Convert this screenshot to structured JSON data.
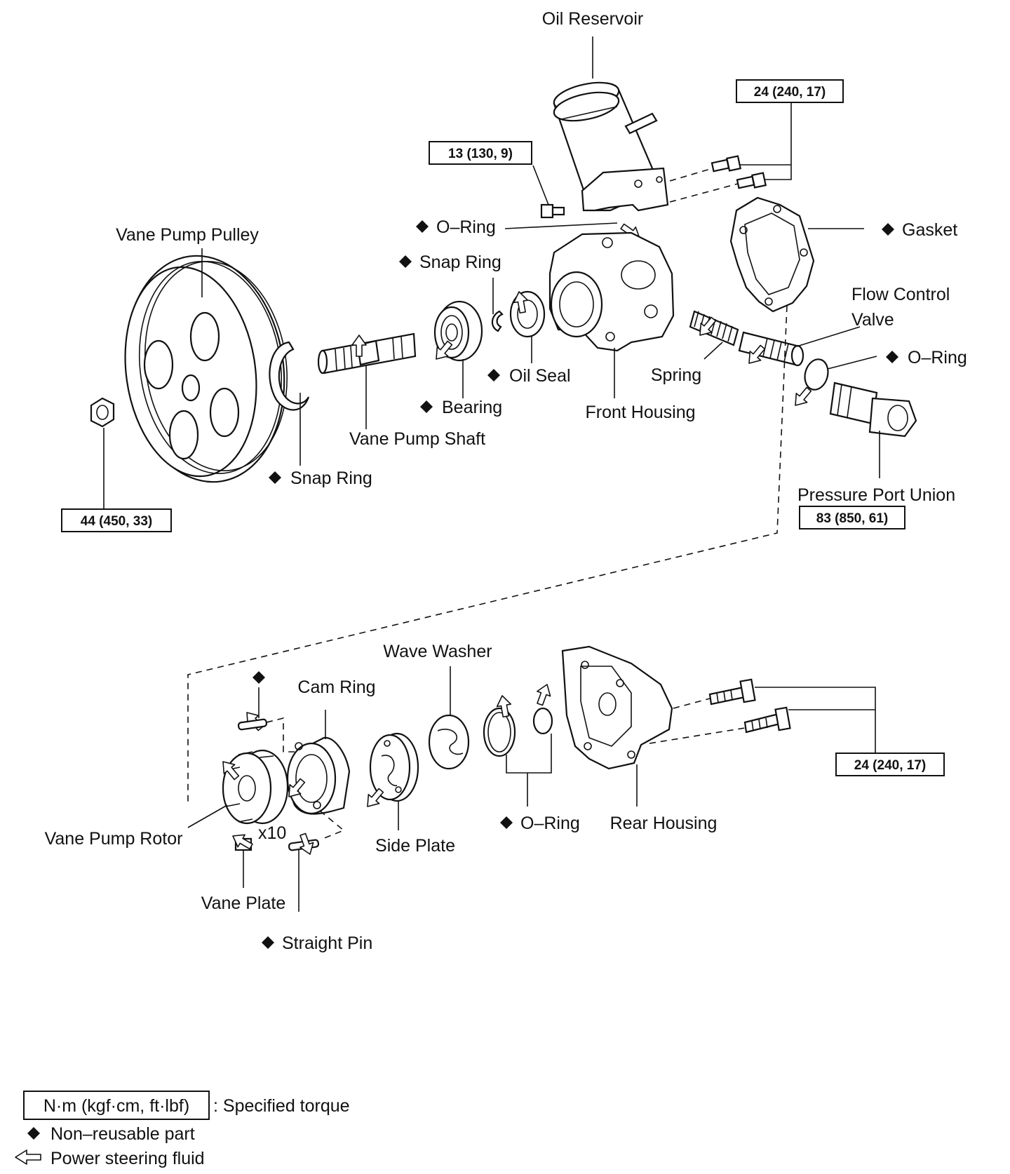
{
  "labels": {
    "oil_reservoir": "Oil Reservoir",
    "o_ring_top": "O–Ring",
    "gasket": "Gasket",
    "vane_pump_pulley": "Vane Pump Pulley",
    "snap_ring_upper": "Snap Ring",
    "flow_control_valve_1": "Flow Control",
    "flow_control_valve_2": "Valve",
    "o_ring_right": "O–Ring",
    "oil_seal": "Oil Seal",
    "spring": "Spring",
    "bearing": "Bearing",
    "front_housing": "Front Housing",
    "vane_pump_shaft": "Vane Pump Shaft",
    "snap_ring_lower": "Snap Ring",
    "pressure_port_union": "Pressure Port Union",
    "wave_washer": "Wave Washer",
    "cam_ring": "Cam Ring",
    "o_ring_bottom": "O–Ring",
    "rear_housing": "Rear Housing",
    "vane_pump_rotor": "Vane Pump Rotor",
    "x10": "x10",
    "side_plate": "Side Plate",
    "vane_plate": "Vane Plate",
    "straight_pin": "Straight Pin"
  },
  "torques": {
    "reservoir_bolts": "24 (240, 17)",
    "reservoir_bracket_bolt": "13 (130, 9)",
    "pulley_nut": "44 (450, 33)",
    "pressure_port_union": "83 (850, 61)",
    "rear_housing_bolts": "24 (240, 17)"
  },
  "legend": {
    "torque_unit": "N·m (kgf·cm, ft·lbf)",
    "torque_desc": ": Specified torque",
    "non_reusable": "Non–reusable part",
    "fluid": "Power steering fluid"
  }
}
